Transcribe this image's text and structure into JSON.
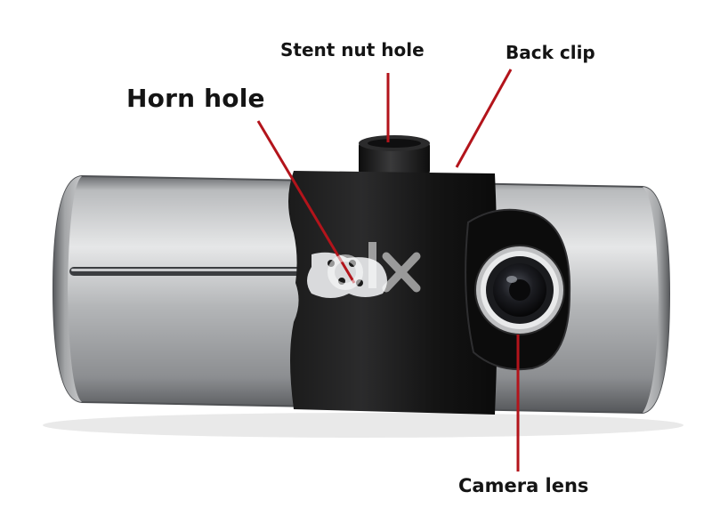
{
  "annotations": {
    "horn_hole": "Horn hole",
    "stent_nut_hole": "Stent nut hole",
    "back_clip": "Back clip",
    "camera_lens": "Camera lens"
  },
  "watermark": "olx",
  "colors": {
    "leader_line": "#b3141b",
    "label_text": "#141414",
    "body_silver": "#a9abad",
    "band_black": "#131313"
  }
}
